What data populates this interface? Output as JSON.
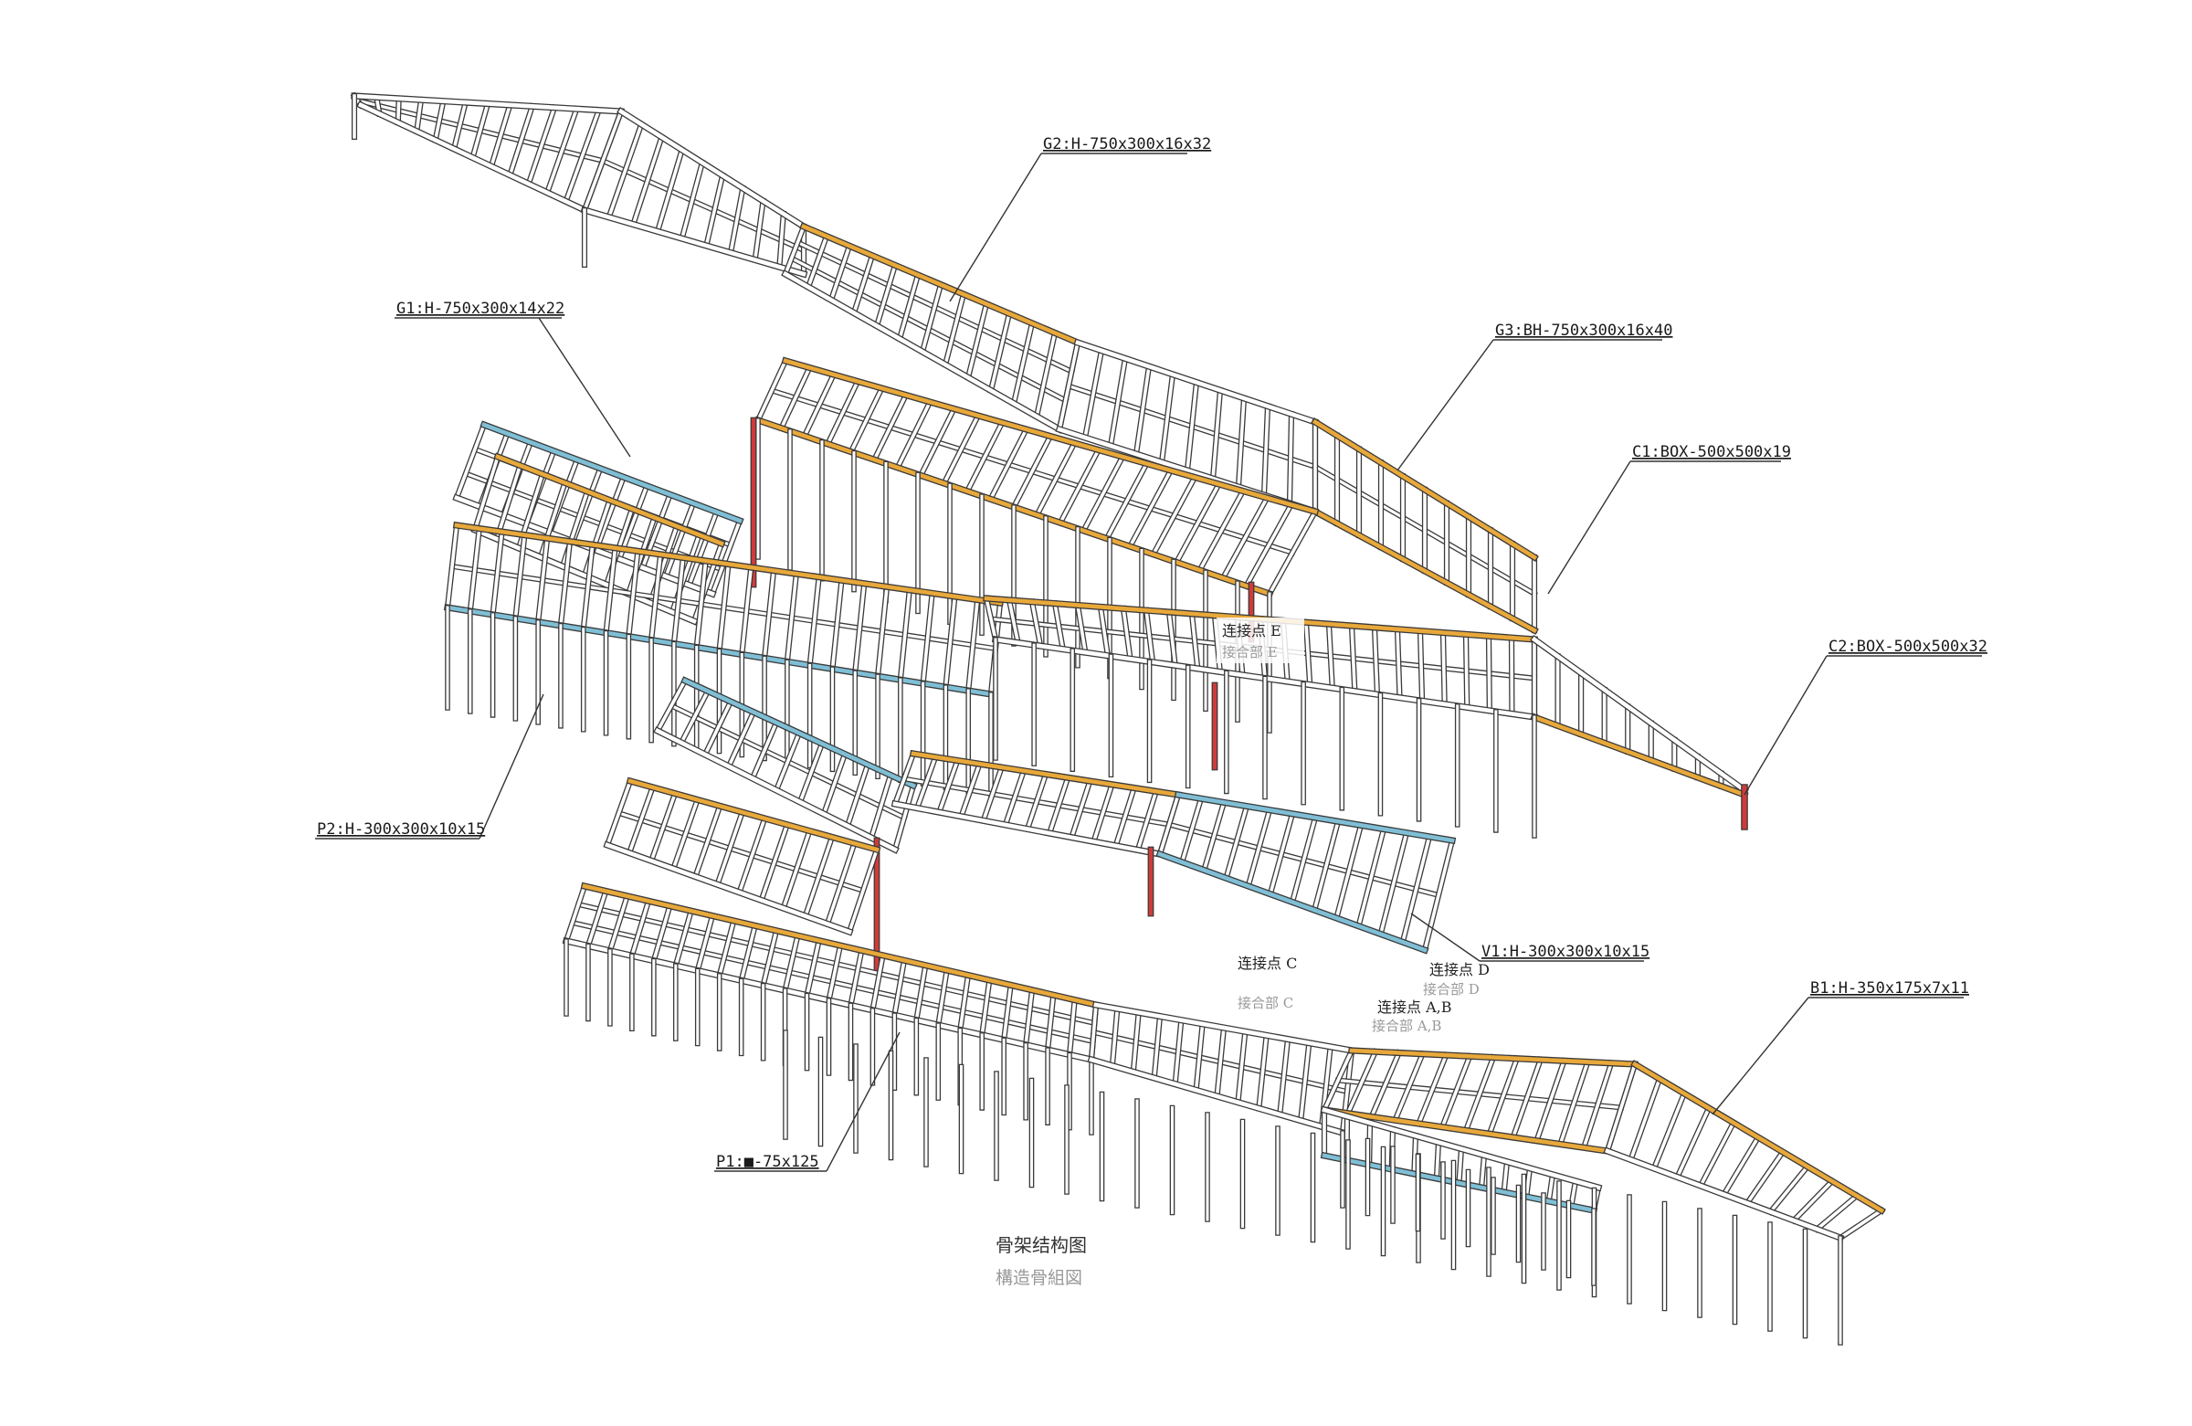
{
  "colors": {
    "frame_edge": "#3a3a3a",
    "frame_fill": "#ffffff",
    "girder_orange": "#e8a83a",
    "girder_blue": "#7fbfd6",
    "column_red": "#d23a3a",
    "leader": "#333333"
  },
  "labels": {
    "g2": "G2:H-750x300x16x32",
    "g1": "G1:H-750x300x14x22",
    "g3": "G3:BH-750x300x16x40",
    "c1": "C1:BOX-500x500x19",
    "c2": "C2:BOX-500x500x32",
    "p2": "P2:H-300x300x10x15",
    "v1": "V1:H-300x300x10x15",
    "b1": "B1:H-350x175x7x11",
    "p1": "P1:■-75x125"
  },
  "connections": {
    "e_cn": "连接点  E",
    "e_jp": "接合部 E",
    "c_cn": "连接点  C",
    "c_jp": "接合部 C",
    "d_cn": "连接点  D",
    "d_jp": "接合部 D",
    "ab_cn": "连接点  A,B",
    "ab_jp": "接合部 A,B"
  },
  "title": {
    "main": "骨架结构图",
    "sub": "構造骨組図"
  }
}
